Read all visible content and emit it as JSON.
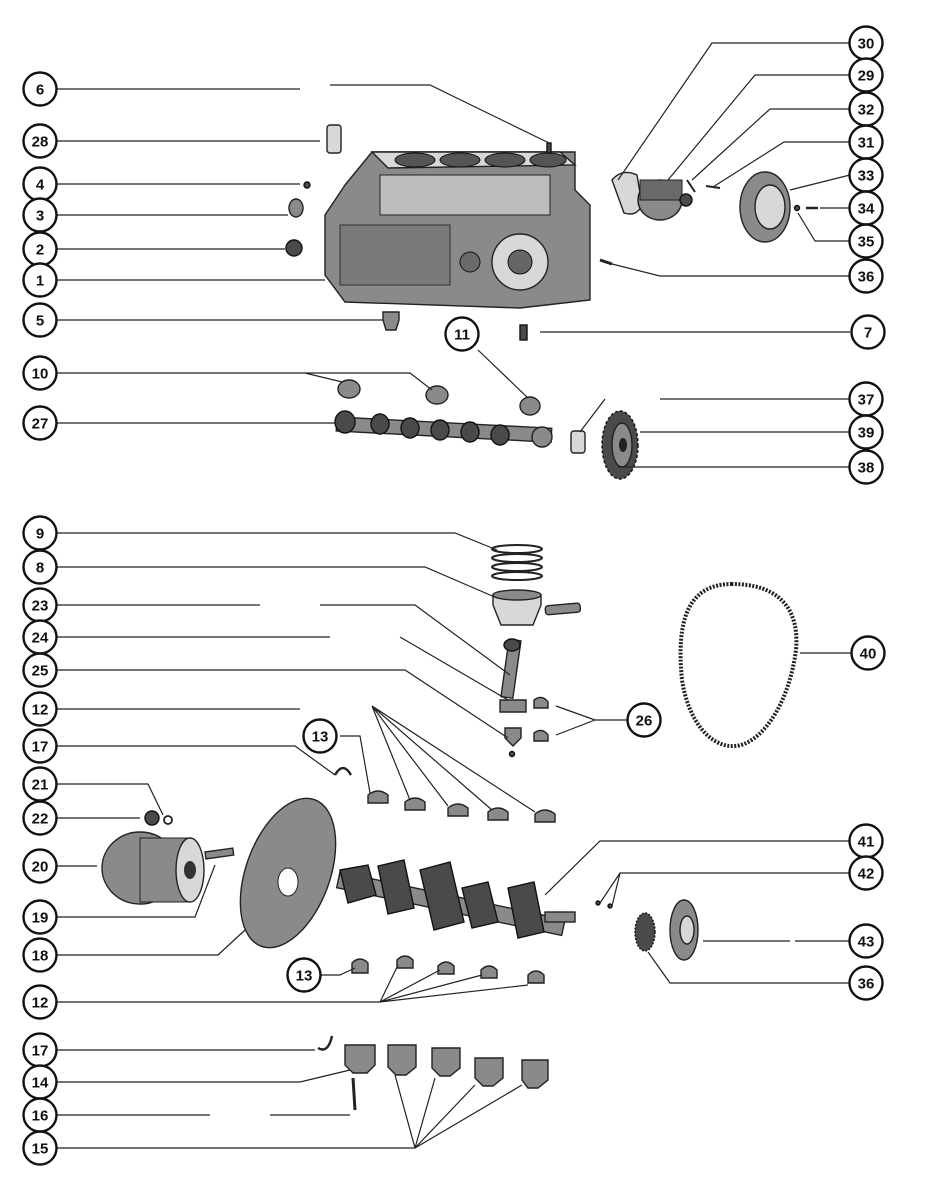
{
  "callouts": [
    {
      "id": "c6",
      "label": "6"
    },
    {
      "id": "c28",
      "label": "28"
    },
    {
      "id": "c4",
      "label": "4"
    },
    {
      "id": "c3",
      "label": "3"
    },
    {
      "id": "c2",
      "label": "2"
    },
    {
      "id": "c1",
      "label": "1"
    },
    {
      "id": "c5",
      "label": "5"
    },
    {
      "id": "c11",
      "label": "11"
    },
    {
      "id": "c7",
      "label": "7"
    },
    {
      "id": "c10",
      "label": "10"
    },
    {
      "id": "c27",
      "label": "27"
    },
    {
      "id": "c30",
      "label": "30"
    },
    {
      "id": "c29",
      "label": "29"
    },
    {
      "id": "c32",
      "label": "32"
    },
    {
      "id": "c31",
      "label": "31"
    },
    {
      "id": "c33",
      "label": "33"
    },
    {
      "id": "c34",
      "label": "34"
    },
    {
      "id": "c35",
      "label": "35"
    },
    {
      "id": "c36",
      "label": "36"
    },
    {
      "id": "c37",
      "label": "37"
    },
    {
      "id": "c39",
      "label": "39"
    },
    {
      "id": "c38a",
      "label": "38"
    },
    {
      "id": "c9",
      "label": "9"
    },
    {
      "id": "c8",
      "label": "8"
    },
    {
      "id": "c23",
      "label": "23"
    },
    {
      "id": "c24",
      "label": "24"
    },
    {
      "id": "c25",
      "label": "25"
    },
    {
      "id": "c12a",
      "label": "12"
    },
    {
      "id": "c13a",
      "label": "13"
    },
    {
      "id": "c26",
      "label": "26"
    },
    {
      "id": "c40",
      "label": "40"
    },
    {
      "id": "c17a",
      "label": "17"
    },
    {
      "id": "c21",
      "label": "21"
    },
    {
      "id": "c22",
      "label": "22"
    },
    {
      "id": "c20",
      "label": "20"
    },
    {
      "id": "c41",
      "label": "41"
    },
    {
      "id": "c42",
      "label": "42"
    },
    {
      "id": "c19",
      "label": "19"
    },
    {
      "id": "c18",
      "label": "18"
    },
    {
      "id": "c43",
      "label": "43"
    },
    {
      "id": "c13b",
      "label": "13"
    },
    {
      "id": "c36b",
      "label": "36"
    },
    {
      "id": "c12b",
      "label": "12"
    },
    {
      "id": "c17b",
      "label": "17"
    },
    {
      "id": "c14",
      "label": "14"
    },
    {
      "id": "c16",
      "label": "16"
    },
    {
      "id": "c15",
      "label": "15"
    }
  ]
}
